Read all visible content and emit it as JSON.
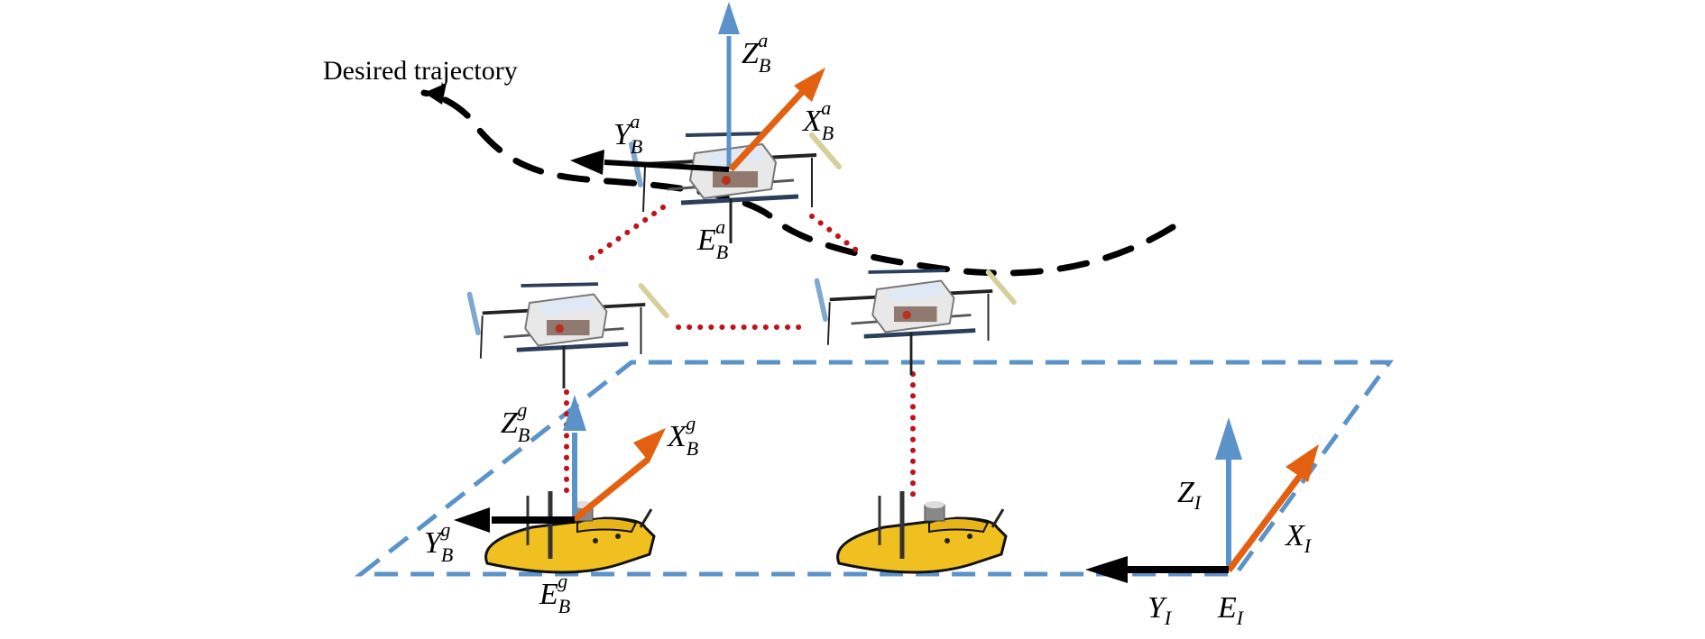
{
  "figure": {
    "annotation": "Desired trajectory",
    "colors": {
      "z_axis": "#5b93c9",
      "x_axis": "#e2600f",
      "y_axis": "#000000",
      "ground_plane": "#5b93c9",
      "link_dots": "#c0121b",
      "trajectory": "#000000",
      "boat_hull": "#f0c020"
    },
    "frames": {
      "aerial": {
        "z": {
          "main": "Z",
          "sub": "B",
          "sup": "a"
        },
        "x": {
          "main": "X",
          "sub": "B",
          "sup": "a"
        },
        "y": {
          "main": "Y",
          "sub": "B",
          "sup": "a"
        },
        "origin": {
          "main": "E",
          "sub": "B",
          "sup": "a"
        }
      },
      "ground": {
        "z": {
          "main": "Z",
          "sub": "B",
          "sup": "g"
        },
        "x": {
          "main": "X",
          "sub": "B",
          "sup": "g"
        },
        "y": {
          "main": "Y",
          "sub": "B",
          "sup": "g"
        },
        "origin": {
          "main": "E",
          "sub": "B",
          "sup": "g"
        }
      },
      "inertial": {
        "z": {
          "main": "Z",
          "sub": "I"
        },
        "x": {
          "main": "X",
          "sub": "I"
        },
        "y": {
          "main": "Y",
          "sub": "I"
        },
        "origin": {
          "main": "E",
          "sub": "I"
        }
      }
    },
    "vehicles": [
      {
        "type": "quadrotor",
        "role": "leader"
      },
      {
        "type": "quadrotor",
        "role": "follower-left"
      },
      {
        "type": "quadrotor",
        "role": "follower-right"
      },
      {
        "type": "unmanned-surface-vessel",
        "role": "ground-left"
      },
      {
        "type": "unmanned-surface-vessel",
        "role": "ground-right"
      }
    ]
  }
}
